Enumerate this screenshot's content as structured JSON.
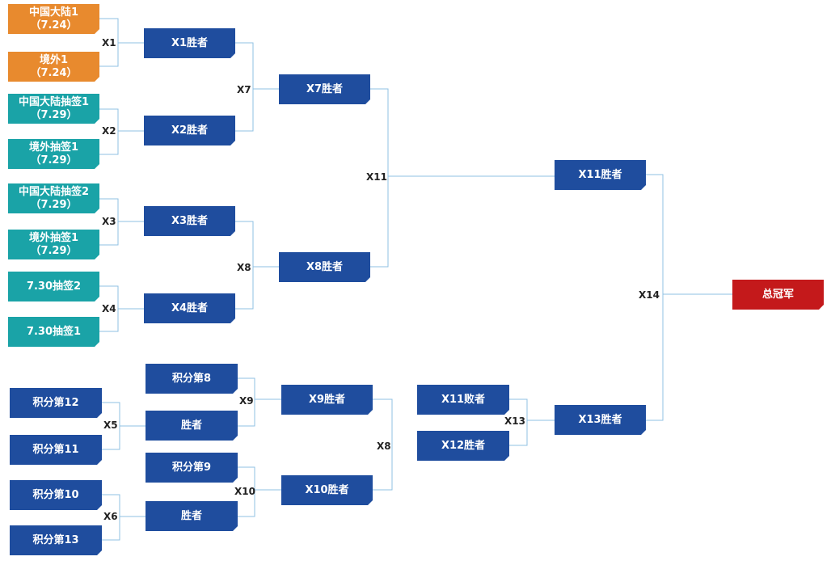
{
  "boxes": {
    "cn1": {
      "line1": "中国大陆1",
      "line2": "（7.24）"
    },
    "ext1": {
      "line1": "境外1",
      "line2": "（7.24）"
    },
    "cndraw1": {
      "line1": "中国大陆抽签1",
      "line2": "（7.29）"
    },
    "extdraw1a": {
      "line1": "境外抽签1",
      "line2": "（7.29）"
    },
    "cndraw2": {
      "line1": "中国大陆抽签2",
      "line2": "（7.29）"
    },
    "extdraw1b": {
      "line1": "境外抽签1",
      "line2": "（7.29）"
    },
    "d730_2": {
      "line1": "7.30抽签2"
    },
    "d730_1": {
      "line1": "7.30抽签1"
    },
    "pts12": {
      "line1": "积分第12"
    },
    "pts11": {
      "line1": "积分第11"
    },
    "pts10": {
      "line1": "积分第10"
    },
    "pts13": {
      "line1": "积分第13"
    },
    "pts8": {
      "line1": "积分第8"
    },
    "win_a": {
      "line1": "胜者"
    },
    "pts9": {
      "line1": "积分第9"
    },
    "win_b": {
      "line1": "胜者"
    },
    "x1w": {
      "line1": "X1胜者"
    },
    "x2w": {
      "line1": "X2胜者"
    },
    "x3w": {
      "line1": "X3胜者"
    },
    "x4w": {
      "line1": "X4胜者"
    },
    "x7w": {
      "line1": "X7胜者"
    },
    "x8w": {
      "line1": "X8胜者"
    },
    "x9w": {
      "line1": "X9胜者"
    },
    "x10w": {
      "line1": "X10胜者"
    },
    "x11l": {
      "line1": "X11败者"
    },
    "x12w": {
      "line1": "X12胜者"
    },
    "x11w": {
      "line1": "X11胜者"
    },
    "x13w": {
      "line1": "X13胜者"
    },
    "champ": {
      "line1": "总冠军"
    }
  },
  "matches": {
    "x1": "X1",
    "x2": "X2",
    "x3": "X3",
    "x4": "X4",
    "x5": "X5",
    "x6": "X6",
    "x7": "X7",
    "x8a": "X8",
    "x9": "X9",
    "x10": "X10",
    "x8b": "X8",
    "x11": "X11",
    "x13": "X13",
    "x14": "X14"
  },
  "colors": {
    "orange": "#e88a2e",
    "teal": "#1aa3a7",
    "blue": "#1f4d9e",
    "red": "#c4191b",
    "connector": "#8fc1e3"
  }
}
